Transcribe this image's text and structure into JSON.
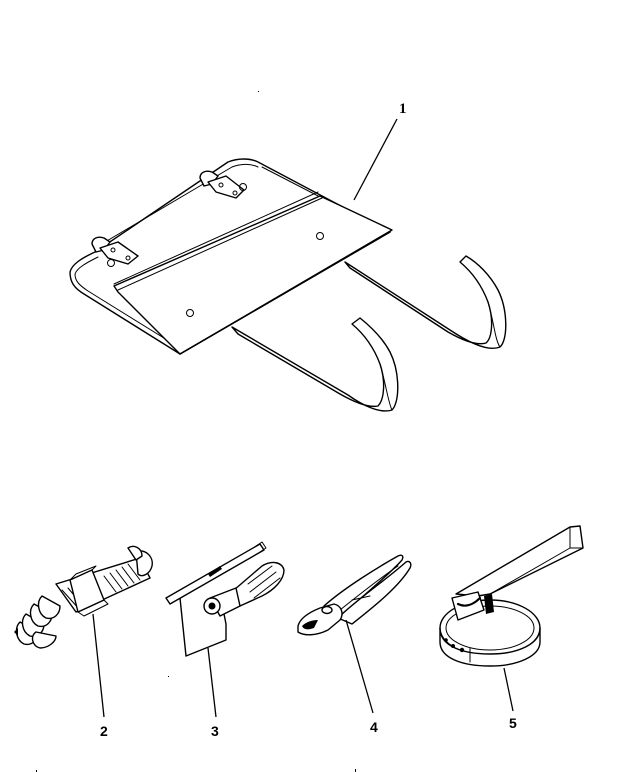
{
  "diagram": {
    "type": "exploded-parts-illustration",
    "background": "#ffffff",
    "line_color": "#000000",
    "parts": [
      {
        "callout": "1",
        "depicts": "tool tray with hanging hooks and mounting clips"
      },
      {
        "callout": "2",
        "depicts": "combination wrench set in holder"
      },
      {
        "callout": "3",
        "depicts": "screwdriver set with extension bar"
      },
      {
        "callout": "4",
        "depicts": "slip-joint pliers"
      },
      {
        "callout": "5",
        "depicts": "filter wrench with handle"
      }
    ]
  }
}
